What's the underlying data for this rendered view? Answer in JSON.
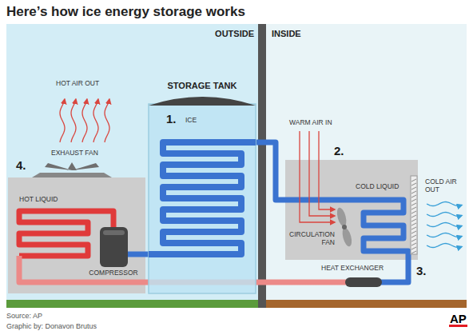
{
  "diagram": {
    "title": "Here’s how ice energy storage works",
    "nodes": [
      {
        "text": [
          "STORAGE TANK",
          "ICE"
        ]
      },
      {
        "text": [
          "COLD LIQUID",
          "CIRCULATION FAN"
        ]
      },
      {
        "text": [
          "HOT LIQUID",
          "COMPRESSOR"
        ]
      }
    ],
    "edges": [
      {
        "from": 0,
        "to": 1,
        "arrow": "none"
      },
      {
        "from": 1,
        "to": 2,
        "arrow": "none"
      },
      {
        "from": 2,
        "to": 0,
        "arrow": "none"
      }
    ],
    "labels": [
      "OUTSIDE",
      "INSIDE",
      "HOT AIR OUT",
      "1.",
      "WARM AIR IN",
      "2.",
      "EXHAUST FAN",
      "4.",
      "COLD AIR OUT",
      "HEAT EXCHANGER",
      "3.",
      "Source: AP",
      "Graphic by: Donavon Brutus",
      "AP"
    ]
  }
}
